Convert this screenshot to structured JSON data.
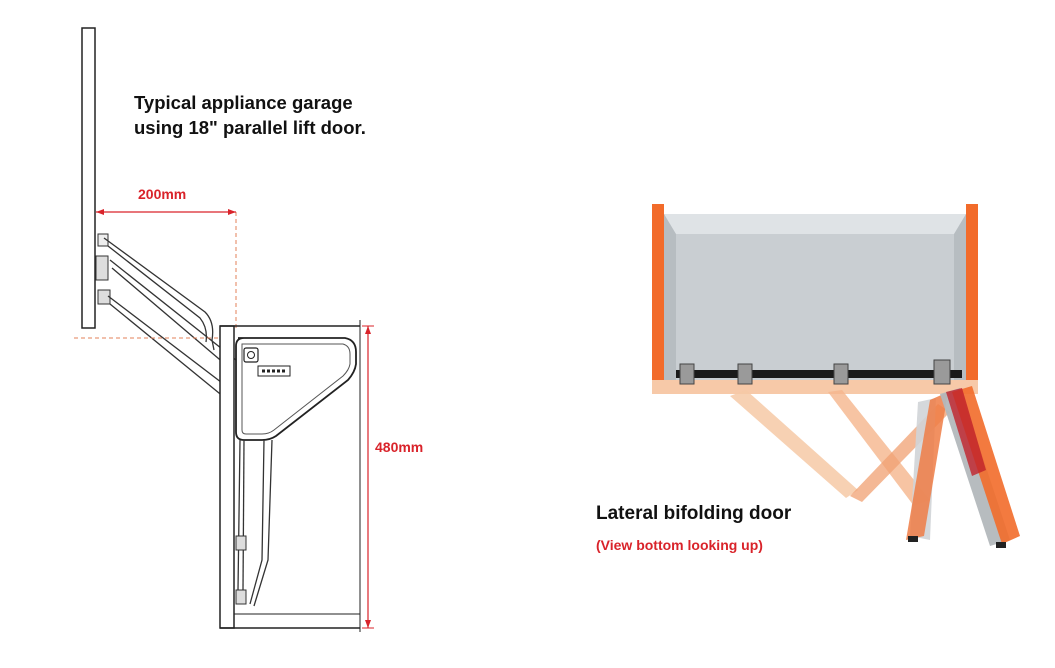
{
  "left_diagram": {
    "caption_line1": "Typical appliance garage",
    "caption_line2": "using 18\" parallel lift door.",
    "dimension_horizontal": "200mm",
    "dimension_vertical": "480mm"
  },
  "right_diagram": {
    "caption": "Lateral bifolding door",
    "sub_caption": "(View bottom looking up)"
  },
  "colors": {
    "dimension_red": "#d9232a",
    "panel_orange": "#f26b2a",
    "interior_grey": "#dfe3e6",
    "line_dark": "#222222"
  }
}
